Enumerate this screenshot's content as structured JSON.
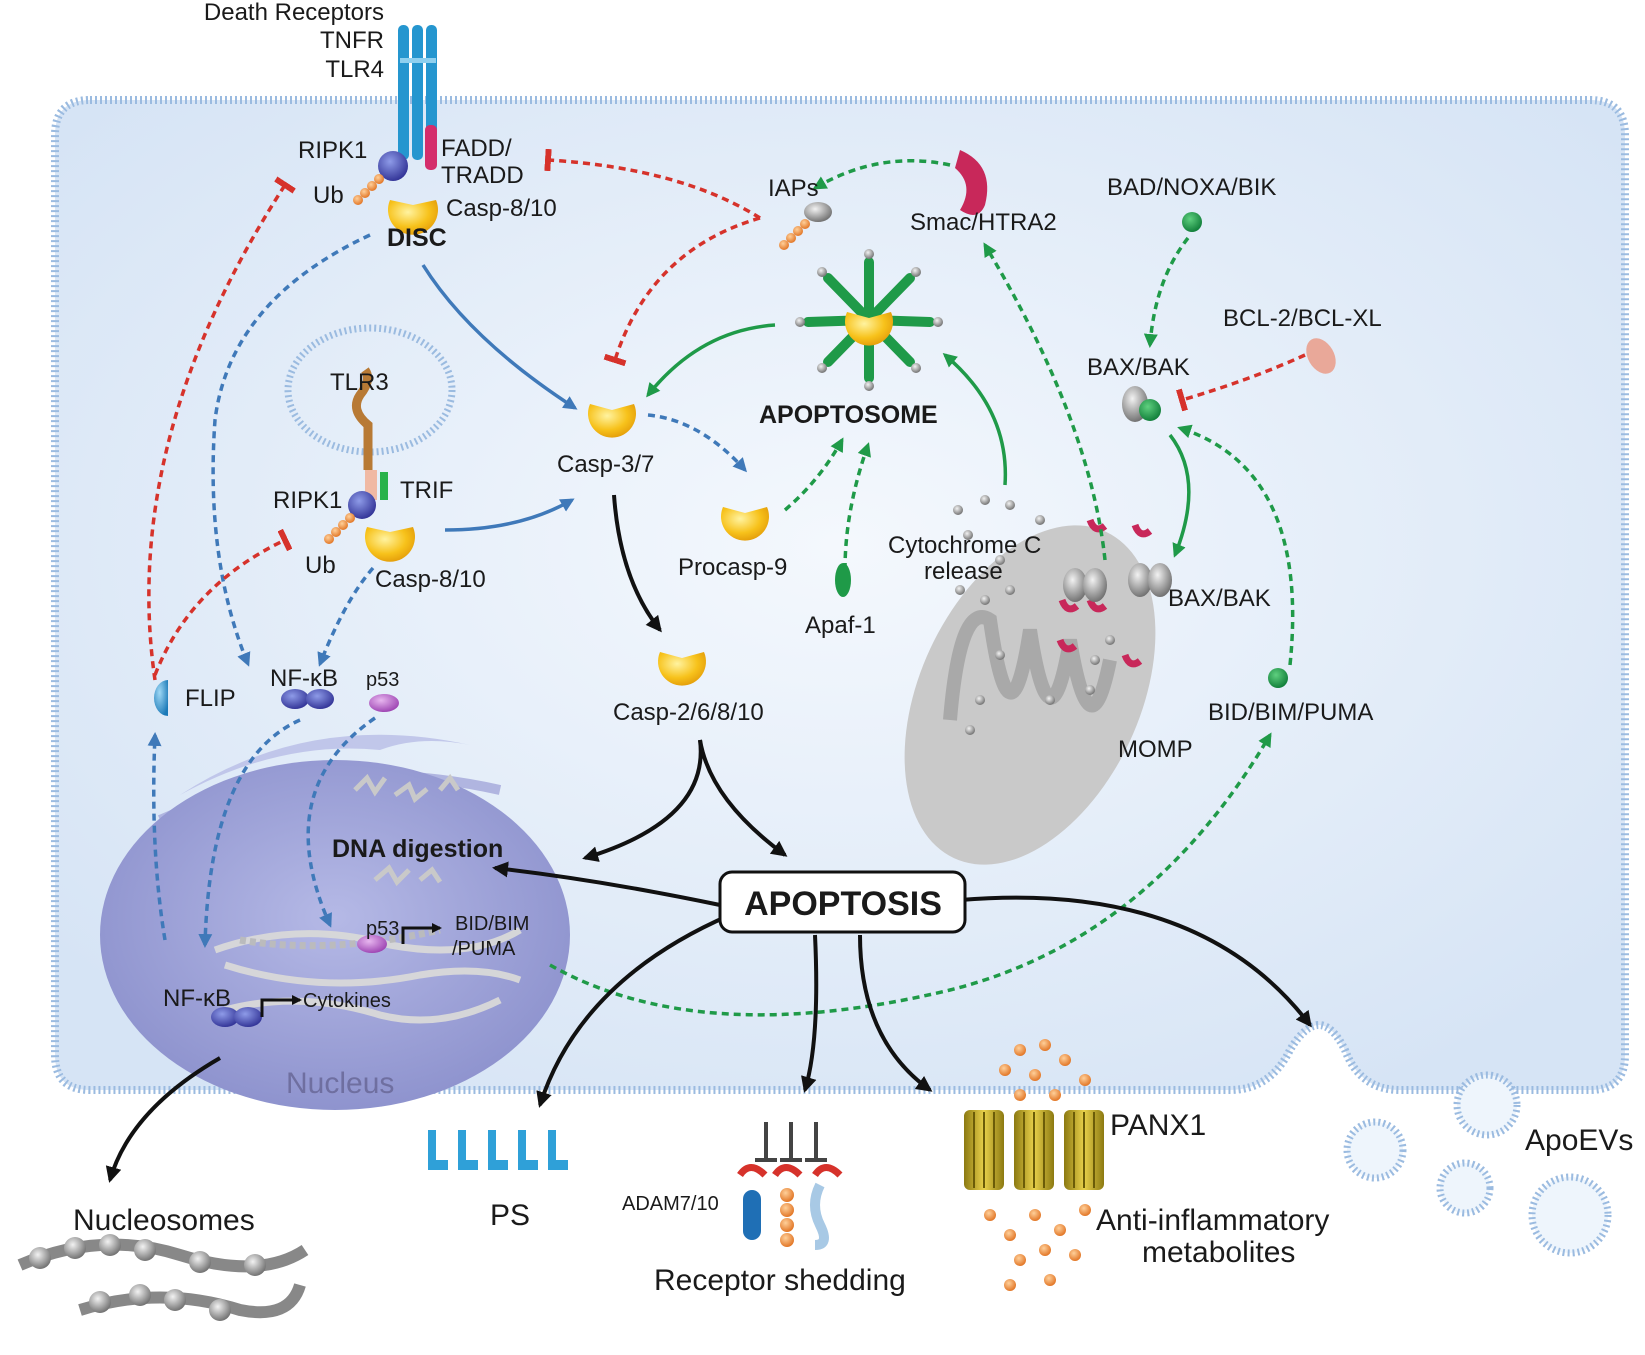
{
  "labels": {
    "death_receptors": "Death Receptors",
    "tnfr": "TNFR",
    "tlr4": "TLR4",
    "ripk1_top": "RIPK1",
    "fadd": "FADD/",
    "tradd": "TRADD",
    "ub_top": "Ub",
    "casp810_top": "Casp-8/10",
    "disc": "DISC",
    "iaps": "IAPs",
    "smac": "Smac/HTRA2",
    "bad": "BAD/NOXA/BIK",
    "bcl2": "BCL-2/BCL-XL",
    "baxbak_top": "BAX/BAK",
    "apoptosome": "APOPTOSOME",
    "tlr3": "TLR3",
    "ripk1_mid": "RIPK1",
    "trif": "TRIF",
    "ub_mid": "Ub",
    "casp810_mid": "Casp-8/10",
    "casp37": "Casp-3/7",
    "procasp9": "Procasp-9",
    "apaf1": "Apaf-1",
    "cytc_1": "Cytochrome C",
    "cytc_2": "release",
    "baxbak_mito": "BAX/BAK",
    "casp26810": "Casp-2/6/8/10",
    "flip": "FLIP",
    "nfkb_top": "NF-κB",
    "p53_top": "p53",
    "bidbim": "BID/BIM/PUMA",
    "momp": "MOMP",
    "dna_digestion": "DNA digestion",
    "apoptosis": "APOPTOSIS",
    "p53_nuc": "p53",
    "bid_nuc_1": "BID/BIM",
    "bid_nuc_2": "/PUMA",
    "nfkb_nuc": "NF-κB",
    "cytokines": "Cytokines",
    "nucleus": "Nucleus",
    "panx1": "PANX1",
    "nucleosomes": "Nucleosomes",
    "ps": "PS",
    "adam": "ADAM7/10",
    "receptor_shedding": "Receptor shedding",
    "anti_1": "Anti-inflammatory",
    "anti_2": "metabolites",
    "apoevs": "ApoEVs"
  },
  "colors": {
    "cell_fill": "#dde9f7",
    "membrane": "#9bbbe0",
    "nucleus": "#9a9fd6",
    "caspase": "#f7c21b",
    "green_path": "#1f9a48",
    "blue_path": "#3f79b9",
    "red_inhibit": "#d6322b",
    "mito": "#b9b9b9"
  }
}
